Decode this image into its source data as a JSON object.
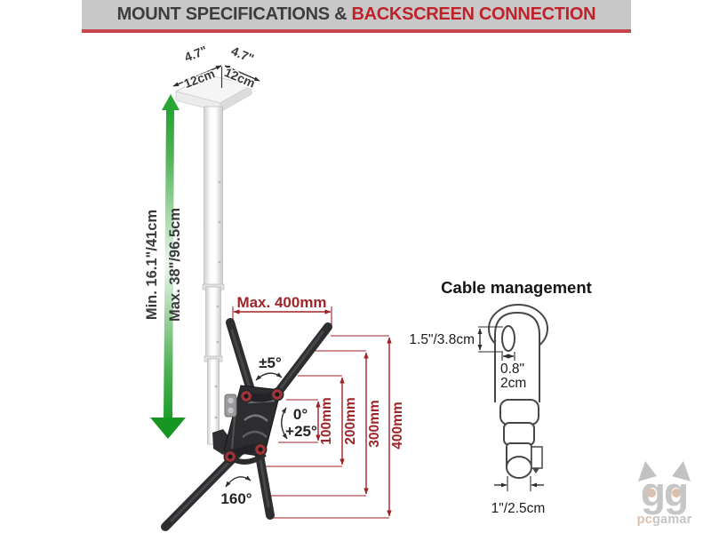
{
  "header": {
    "title_main": "MOUNT SPECIFICATIONS & ",
    "title_accent": "BACKSCREEN CONNECTION"
  },
  "colors": {
    "accent_red": "#bf2228",
    "dimension_red": "#9e2428",
    "arrow_green": "#1ea12c",
    "header_gray": "#c8c8c9"
  },
  "plate": {
    "width_in": "4.7\"",
    "width_cm": "12cm",
    "depth_in": "4.7\"",
    "depth_cm": "12cm"
  },
  "height": {
    "min": "Min. 16.1\"/41cm",
    "max": "Max. 38\"/96.5cm"
  },
  "mount": {
    "max_width": "Max. 400mm",
    "tilt_range": "±5°",
    "tilt_from": "0°",
    "tilt_to": "+25°",
    "swivel": "160°",
    "vesa": [
      "100mm",
      "200mm",
      "300mm",
      "400mm"
    ]
  },
  "cable": {
    "title": "Cable management",
    "slot_height": "1.5\"/3.8cm",
    "slot_width_in": "0.8\"",
    "slot_width_cm": "2cm",
    "tube_diameter": "1\"/2.5cm"
  },
  "watermark": {
    "prefix": "pc",
    "suffix": "gamar"
  }
}
